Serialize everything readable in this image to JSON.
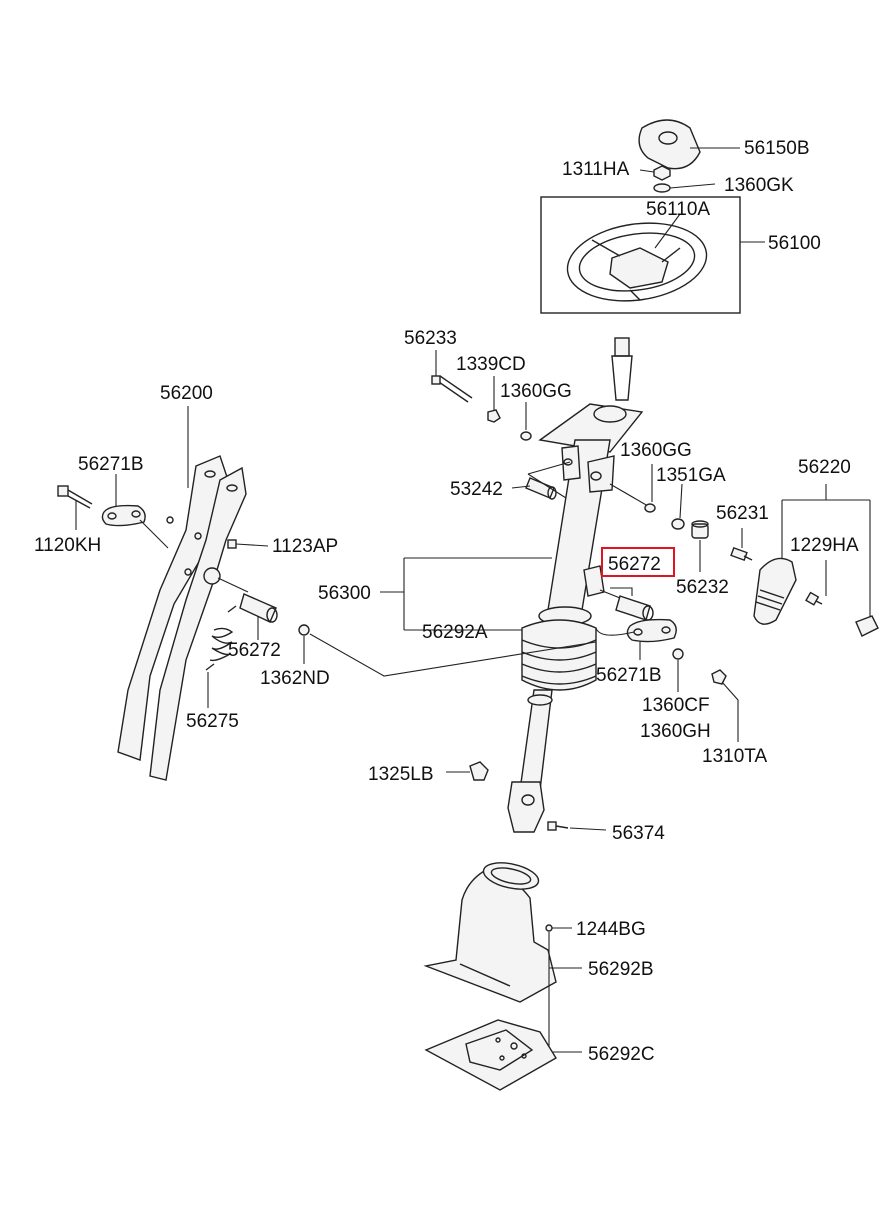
{
  "labels": {
    "p56150B": "56150B",
    "p1311HA": "1311HA",
    "p1360GK": "1360GK",
    "p56110A": "56110A",
    "p56100": "56100",
    "p56233": "56233",
    "p1339CD": "1339CD",
    "p1360GG_a": "1360GG",
    "p1360GG_b": "1360GG",
    "p1351GA": "1351GA",
    "p56220": "56220",
    "p56200": "56200",
    "p56271B_a": "56271B",
    "p1120KH": "1120KH",
    "p1123AP": "1123AP",
    "p53242": "53242",
    "p56231": "56231",
    "p1229HA": "1229HA",
    "p56272_hl": "56272",
    "p56232": "56232",
    "p56300": "56300",
    "p56292A": "56292A",
    "p56272_b": "56272",
    "p1362ND": "1362ND",
    "p56275": "56275",
    "p56271B_b": "56271B",
    "p1360CF": "1360CF",
    "p1360GH": "1360GH",
    "p1310TA": "1310TA",
    "p1325LB": "1325LB",
    "p56374": "56374",
    "p1244BG": "1244BG",
    "p56292B": "56292B",
    "p56292C": "56292C"
  },
  "highlight": {
    "part": "56272",
    "color": "#e0141e"
  }
}
